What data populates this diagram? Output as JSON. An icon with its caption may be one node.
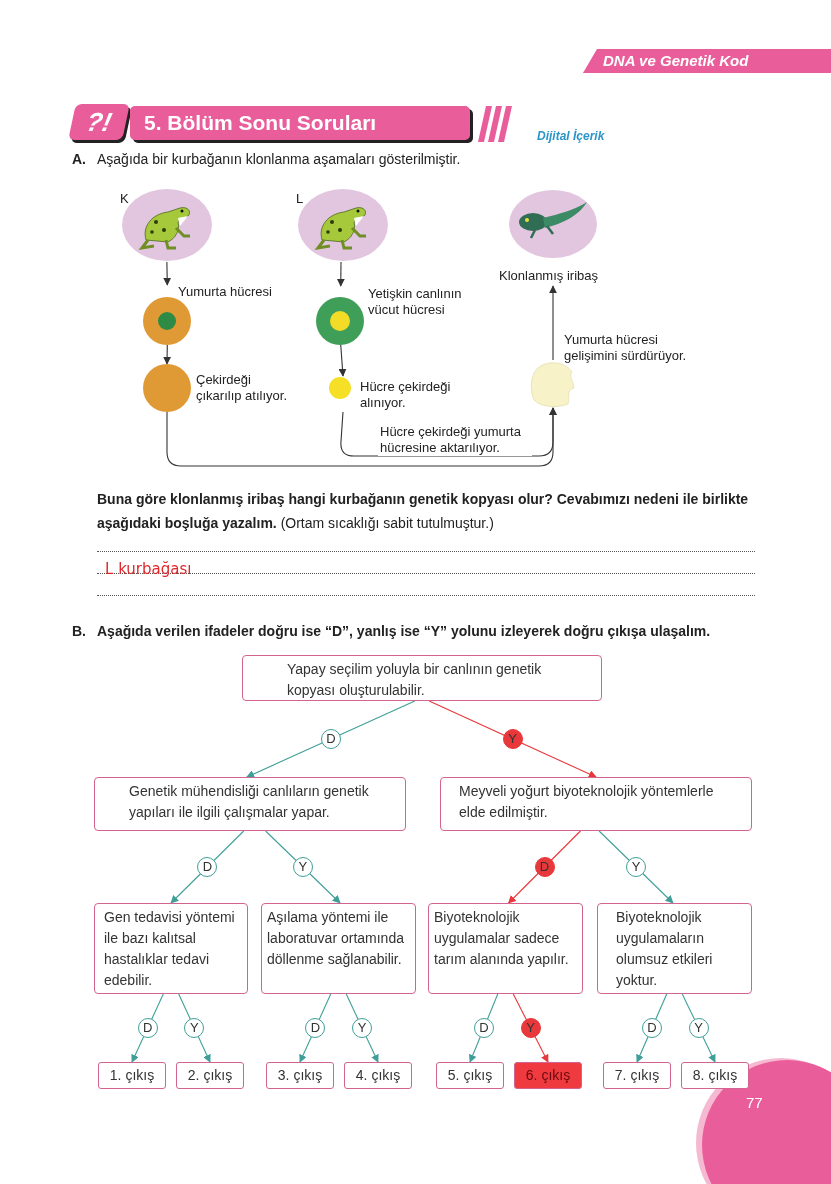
{
  "diagram": {
    "title": "5. Bölüm Sonu Soruları",
    "nodes": [
      {
        "text": [
          "K"
        ]
      },
      {
        "text": [
          "L"
        ]
      },
      {
        "text": [
          "Klonlanmış iribaş"
        ]
      },
      {
        "text": [
          "Yumurta hücresi"
        ]
      },
      {
        "text": [
          "Çekirdeği çıkarılıp atılıyor."
        ]
      },
      {
        "text": [
          "Yetişkin canlının vücut hücresi"
        ]
      },
      {
        "text": [
          "Hücre çekirdeği alınıyor."
        ]
      },
      {
        "text": [],
        "shape": "circle"
      },
      {
        "text": [
          "Yapay seçilim yoluyla bir canlının genetik kopyası oluşturulabilir."
        ]
      },
      {
        "text": [
          "Genetik mühendisliği canlıların genetik yapıları ile ilgili çalışmalar yapar."
        ]
      },
      {
        "text": [
          "Meyveli yoğurt biyoteknolojik yöntemlerle elde edilmiştir."
        ]
      },
      {
        "text": [
          "Gen tedavisi yöntemi ile bazı kalıtsal hastalıklar tedavi edebilir."
        ]
      },
      {
        "text": [
          "Aşılama yöntemi ile laboratuvar ortamında döllenme sağlanabilir."
        ]
      },
      {
        "text": [
          "Biyoteknolojik uygulamalar sadece tarım alanında yapılır."
        ]
      },
      {
        "text": [
          "Biyoteknolojik uygulamaların olumsuz etkileri yoktur."
        ]
      },
      {
        "text": [
          "1. çıkış"
        ]
      },
      {
        "text": [
          "2. çıkış"
        ]
      },
      {
        "text": [
          "3. çıkış"
        ]
      },
      {
        "text": [
          "4. çıkış"
        ]
      },
      {
        "text": [
          "5. çıkış"
        ]
      },
      {
        "text": [
          "6. çıkış"
        ]
      },
      {
        "text": [
          "7. çıkış"
        ]
      },
      {
        "text": [
          "8. çıkış"
        ]
      }
    ],
    "edges": [
      {
        "from": 0,
        "to": 3,
        "arrow": "to",
        "color": "#333333"
      },
      {
        "from": 3,
        "to": 4,
        "arrow": "to",
        "color": "#333333"
      },
      {
        "from": 1,
        "to": 5,
        "arrow": "to",
        "color": "#333333"
      },
      {
        "from": 5,
        "to": 6,
        "arrow": "to",
        "color": "#333333"
      },
      {
        "from": 4,
        "to": 7,
        "arrow": "to",
        "color": "#333333"
      },
      {
        "from": 6,
        "to": 7,
        "arrow": "to",
        "label": "Hücre çekirdeği yumurta hücresine aktarılıyor.",
        "color": "#333333"
      },
      {
        "from": 7,
        "to": 2,
        "arrow": "to",
        "label": "Yumurta hücresi gelişimini sürdürüyor.",
        "color": "#333333"
      },
      {
        "from": 8,
        "to": 9,
        "arrow": "to",
        "label": "D"
      },
      {
        "from": 8,
        "to": 10,
        "arrow": "to",
        "label": "Y",
        "color": "#e8383b"
      },
      {
        "from": 9,
        "to": 11,
        "arrow": "to",
        "label": "D"
      },
      {
        "from": 9,
        "to": 12,
        "arrow": "to",
        "label": "Y"
      },
      {
        "from": 10,
        "to": 13,
        "arrow": "to",
        "label": "D",
        "color": "#e8383b"
      },
      {
        "from": 10,
        "to": 14,
        "arrow": "to",
        "label": "Y"
      },
      {
        "from": 11,
        "to": 15,
        "arrow": "to",
        "label": "D"
      },
      {
        "from": 11,
        "to": 16,
        "arrow": "to",
        "label": "Y"
      },
      {
        "from": 12,
        "to": 17,
        "arrow": "to",
        "label": "D"
      },
      {
        "from": 12,
        "to": 18,
        "arrow": "to",
        "label": "Y"
      },
      {
        "from": 13,
        "to": 19,
        "arrow": "to",
        "label": "D"
      },
      {
        "from": 13,
        "to": 20,
        "arrow": "to",
        "label": "Y",
        "color": "#e8383b"
      },
      {
        "from": 14,
        "to": 21,
        "arrow": "to",
        "label": "D"
      },
      {
        "from": 14,
        "to": 22,
        "arrow": "to",
        "label": "Y"
      }
    ],
    "labels": [
      "DNA ve Genetik Kod",
      "?!",
      "Dijital İçerik",
      "A.",
      "Aşağıda bir kurbağanın klonlanma aşamaları gösterilmiştir.",
      "**Buna göre klonlanmış iribaş hangi kurbağanın genetik kopyası olur? Cevabımızı nedeni ile birlikte aşağıdaki boşluğa yazalım.** (Ortam sıcaklığı sabit tutulmuştur.)",
      "L kurbağası",
      "B.",
      "Aşağıda verilen ifadeler doğru ise “D”, yanlış ise “Y” yolunu izleyerek doğru çıkışa ulaşalım.",
      "77"
    ]
  }
}
